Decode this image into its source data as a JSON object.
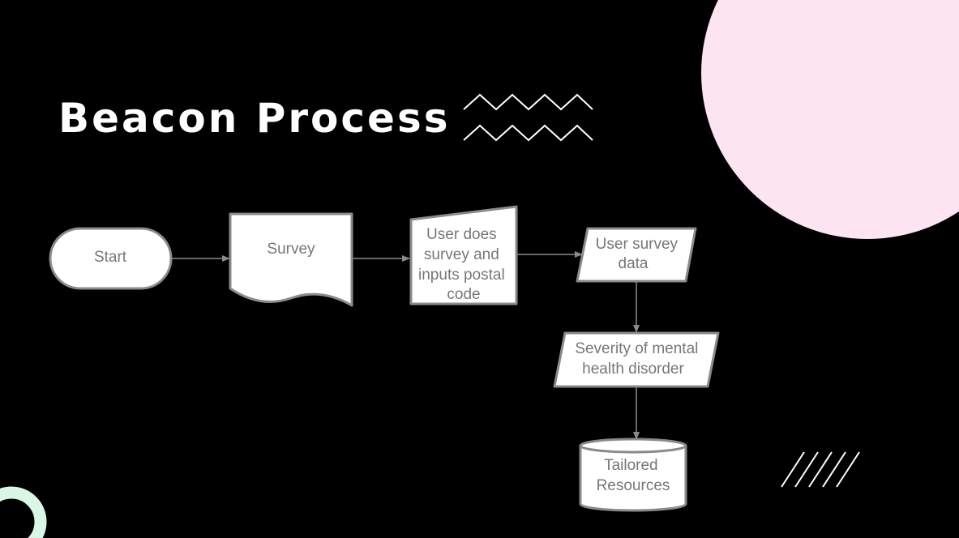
{
  "slide": {
    "title": "Beacon Process",
    "colors": {
      "background": "#000000",
      "accent_pink": "#fde4f1",
      "accent_mint": "#d8f7e6",
      "node_fill": "#ffffff",
      "node_stroke": "#8a8a8a"
    }
  },
  "diagram": {
    "nodes": {
      "start": {
        "lines": [
          "Start"
        ]
      },
      "survey": {
        "lines": [
          "Survey"
        ]
      },
      "user_does_survey": {
        "lines": [
          "User does",
          "survey and",
          "inputs postal",
          "code"
        ]
      },
      "user_survey_data": {
        "lines": [
          "User survey",
          "data"
        ]
      },
      "severity": {
        "lines": [
          "Severity of mental",
          "health disorder"
        ]
      },
      "tailored_resources": {
        "lines": [
          "Tailored",
          "Resources"
        ]
      }
    }
  }
}
